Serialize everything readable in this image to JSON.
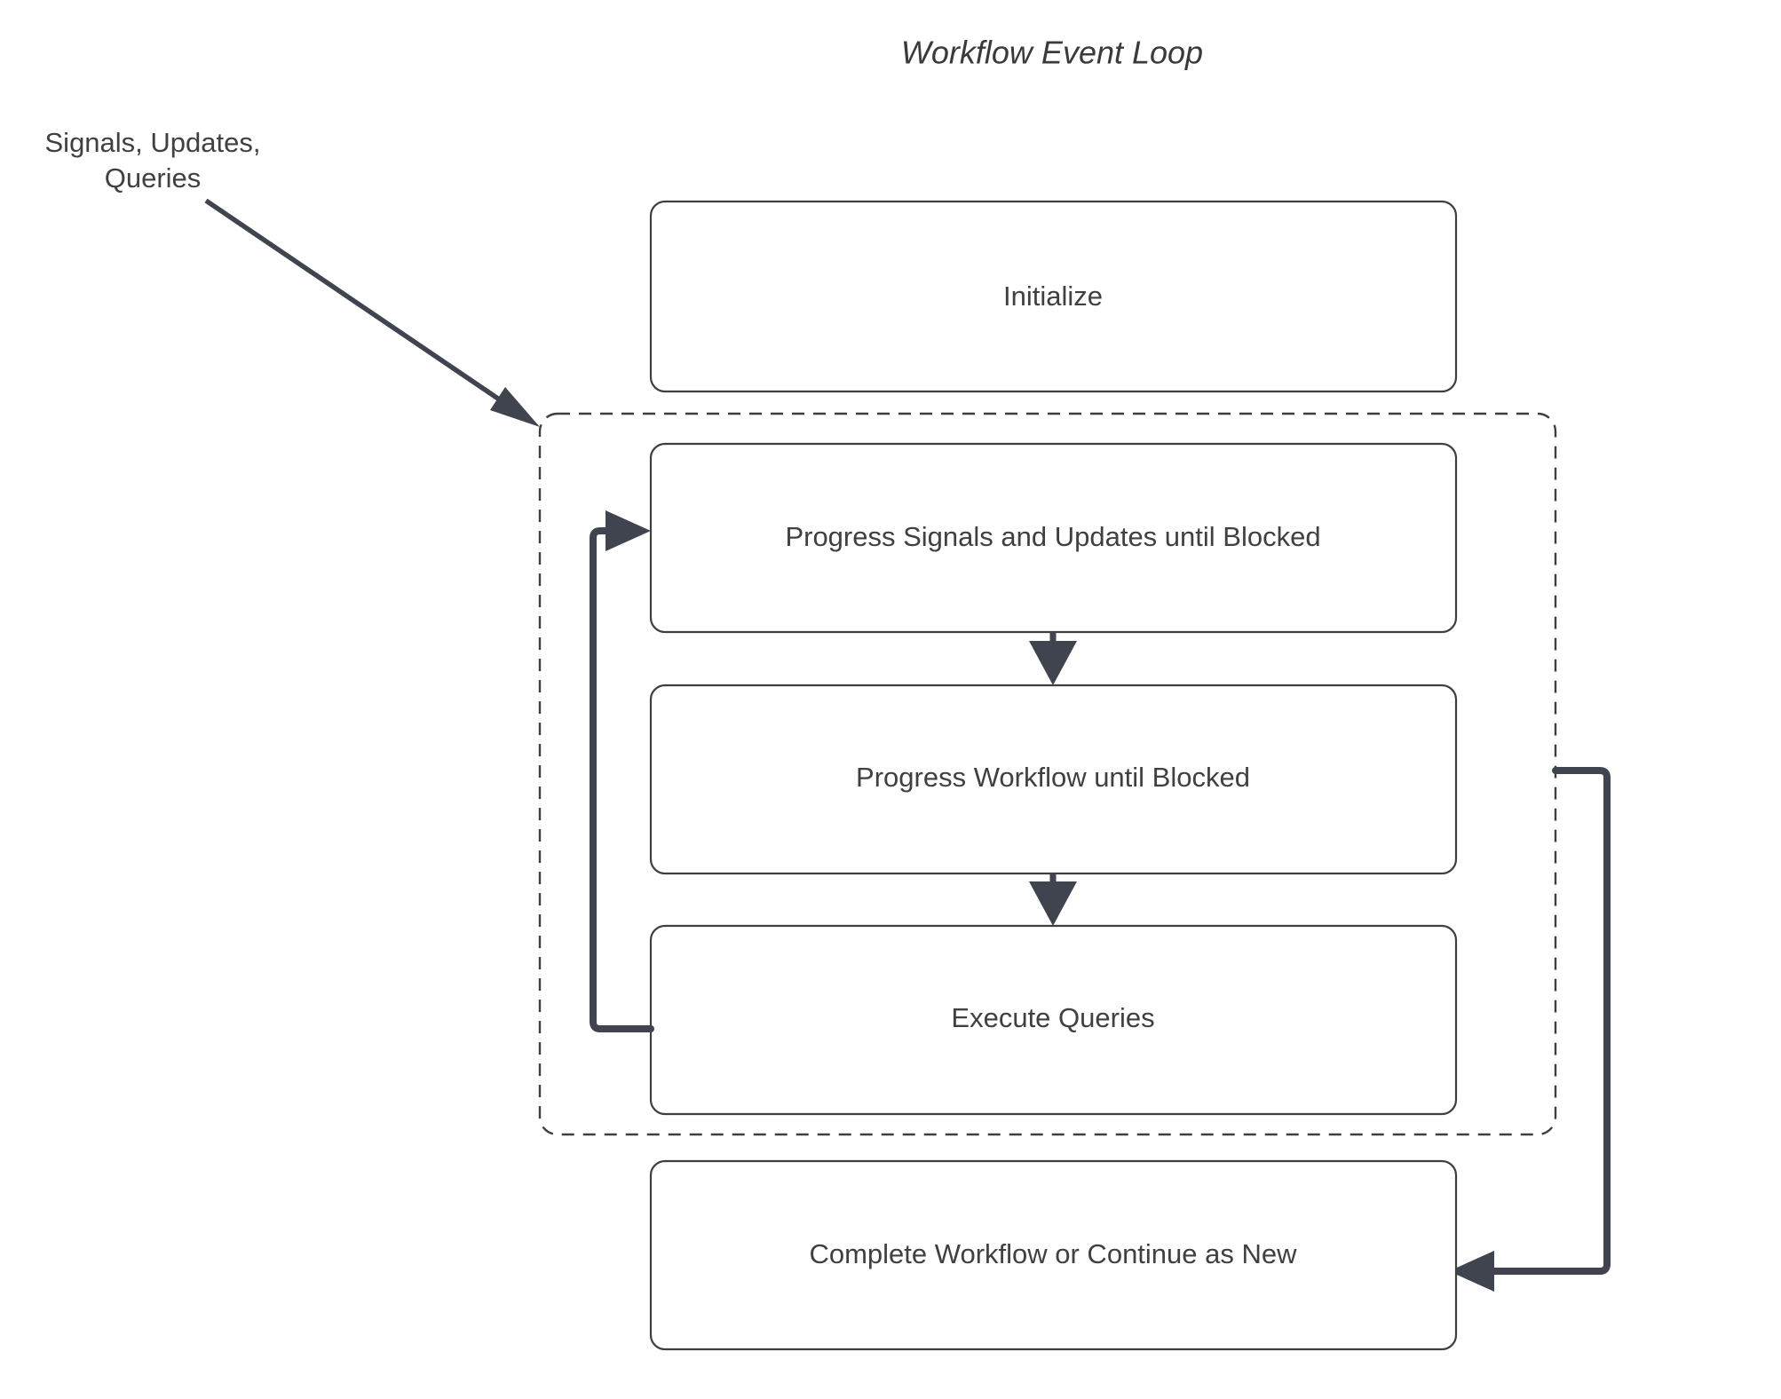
{
  "diagram": {
    "title": "Workflow Event Loop",
    "type": "flowchart",
    "background_color": "#ffffff",
    "node_border_color": "#3f3f3f",
    "node_fill_color": "#ffffff",
    "arrow_color": "#3f444e",
    "text_color": "#404040",
    "group": {
      "label": "",
      "style": "dashed",
      "contains": [
        "progress-signals",
        "progress-workflow",
        "execute-queries"
      ]
    },
    "nodes": [
      {
        "id": "initialize",
        "label": "Initialize"
      },
      {
        "id": "progress-signals",
        "label": "Progress Signals and Updates until Blocked"
      },
      {
        "id": "progress-workflow",
        "label": "Progress Workflow until Blocked"
      },
      {
        "id": "execute-queries",
        "label": "Execute Queries"
      },
      {
        "id": "complete-workflow",
        "label": "Complete Workflow or Continue as New"
      }
    ],
    "edge_labels": [
      {
        "id": "external-input",
        "line1": "Signals, Updates,",
        "line2": "Queries"
      }
    ],
    "edges": [
      {
        "from": "external-input",
        "to": "loop-group",
        "label": ""
      },
      {
        "from": "progress-signals",
        "to": "progress-workflow",
        "label": ""
      },
      {
        "from": "progress-workflow",
        "to": "execute-queries",
        "label": ""
      },
      {
        "from": "execute-queries",
        "to": "progress-signals",
        "label": ""
      },
      {
        "from": "loop-group",
        "to": "complete-workflow",
        "label": ""
      }
    ]
  }
}
